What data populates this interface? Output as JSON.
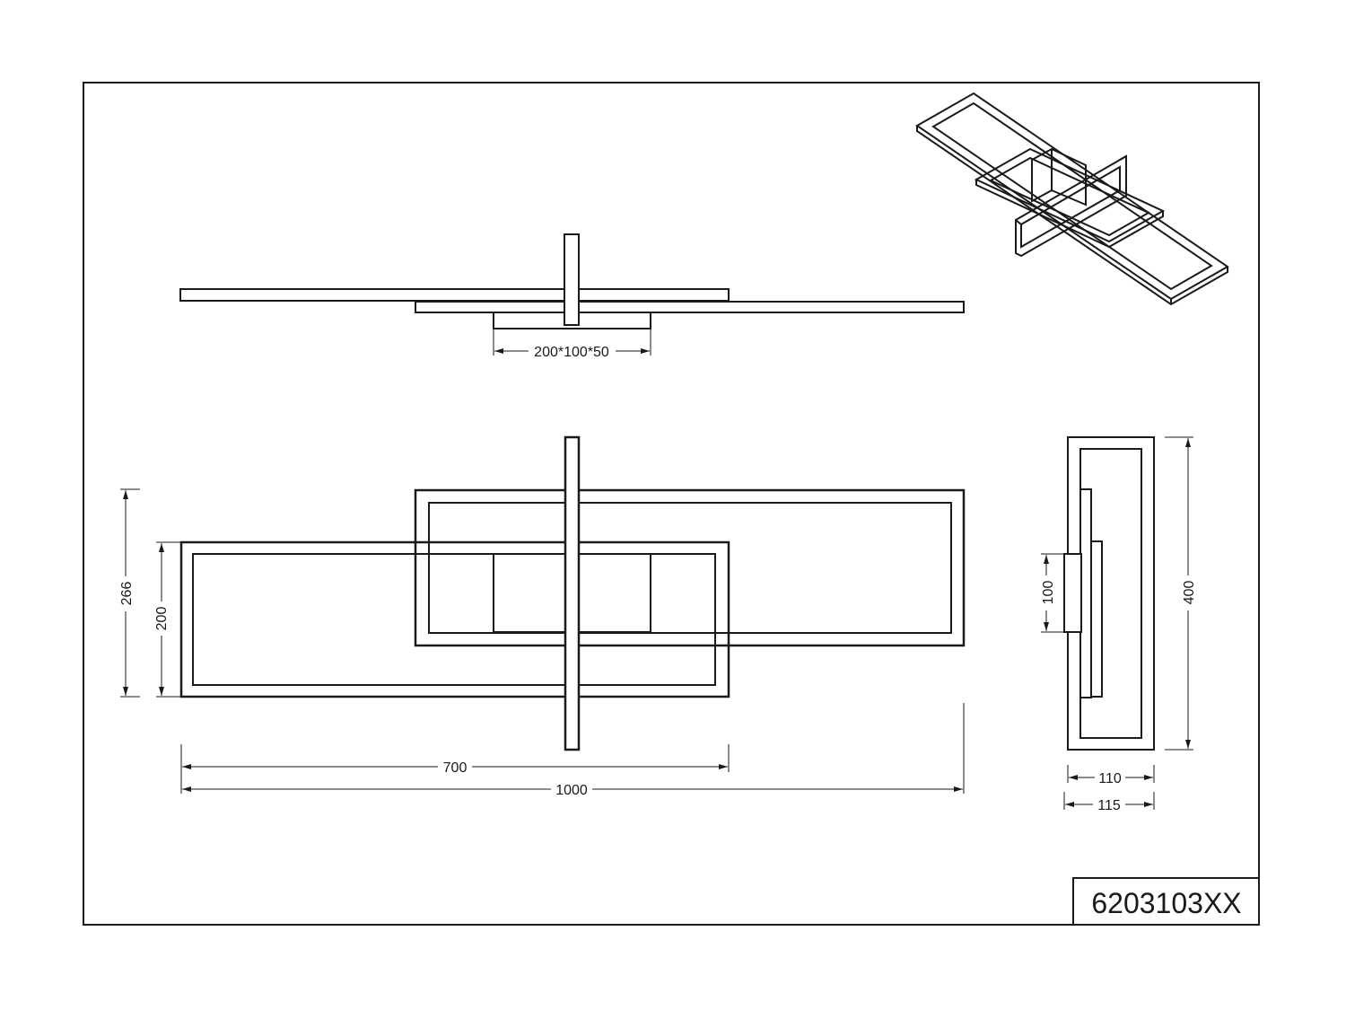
{
  "drawing": {
    "model_number": "6203103XX",
    "dimensions": {
      "canopy": "200*100*50",
      "length_short": "700",
      "length_total": "1000",
      "height_outer": "266",
      "height_inner": "200",
      "depth_inner": "110",
      "depth_outer": "115",
      "side_canopy": "100",
      "side_height": "400"
    }
  },
  "colors": {
    "line": "#1a1a1a",
    "background": "#ffffff"
  }
}
